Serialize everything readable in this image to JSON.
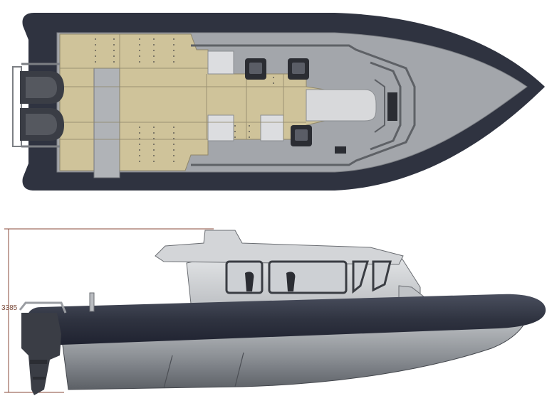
{
  "drawing": {
    "top_view": "plan",
    "side_view": "profile"
  },
  "dimensions": {
    "height_label": "3385"
  },
  "colors": {
    "tube": "#2f3340",
    "tube_highlight": "#4a4f5e",
    "hull_gray": "#9b9ea3",
    "deck_tan": "#cfc39a",
    "cabin_light": "#d3d5d8",
    "cabin_mid": "#b9bcc0",
    "window": "#c9ccd0",
    "dimension_line": "#8a4a3a",
    "seat": "#2b2d33",
    "engine": "#6d7076"
  },
  "icons": {
    "seats": "helm-seat-icon",
    "engines": "outboard-engine-icon"
  }
}
